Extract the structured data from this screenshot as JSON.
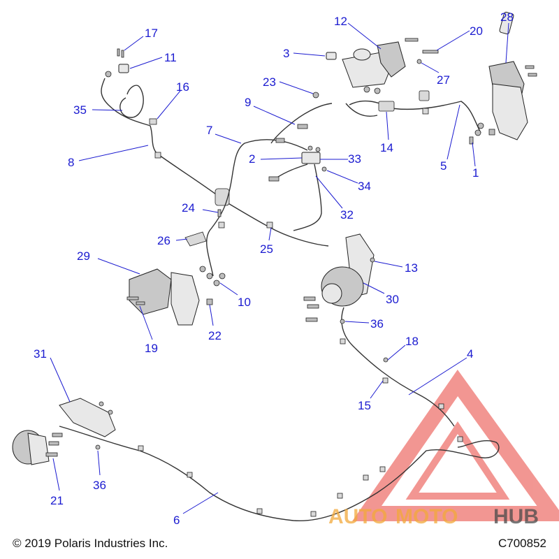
{
  "callouts": [
    {
      "label": "17"
    },
    {
      "label": "11"
    },
    {
      "label": "16"
    },
    {
      "label": "35"
    },
    {
      "label": "8"
    },
    {
      "label": "7"
    },
    {
      "label": "9"
    },
    {
      "label": "23"
    },
    {
      "label": "3"
    },
    {
      "label": "12"
    },
    {
      "label": "20"
    },
    {
      "label": "27"
    },
    {
      "label": "28"
    },
    {
      "label": "14"
    },
    {
      "label": "5"
    },
    {
      "label": "1"
    },
    {
      "label": "2"
    },
    {
      "label": "33"
    },
    {
      "label": "34"
    },
    {
      "label": "32"
    },
    {
      "label": "24"
    },
    {
      "label": "26"
    },
    {
      "label": "25"
    },
    {
      "label": "29"
    },
    {
      "label": "10"
    },
    {
      "label": "19"
    },
    {
      "label": "22"
    },
    {
      "label": "13"
    },
    {
      "label": "30"
    },
    {
      "label": "36"
    },
    {
      "label": "18"
    },
    {
      "label": "4"
    },
    {
      "label": "15"
    },
    {
      "label": "31"
    },
    {
      "label": "6"
    },
    {
      "label": "21"
    },
    {
      "label": "36"
    }
  ],
  "footer": {
    "copyright": "© 2019 Polaris Industries Inc.",
    "diagram_code": "C700852"
  },
  "watermark": {
    "part1": "AUTO",
    "part2": "MOTO",
    "part3": "HUB",
    "color_primary": "#e8423a",
    "color_secondary": "#f2a93b",
    "color_tertiary": "#4a4a4a"
  }
}
